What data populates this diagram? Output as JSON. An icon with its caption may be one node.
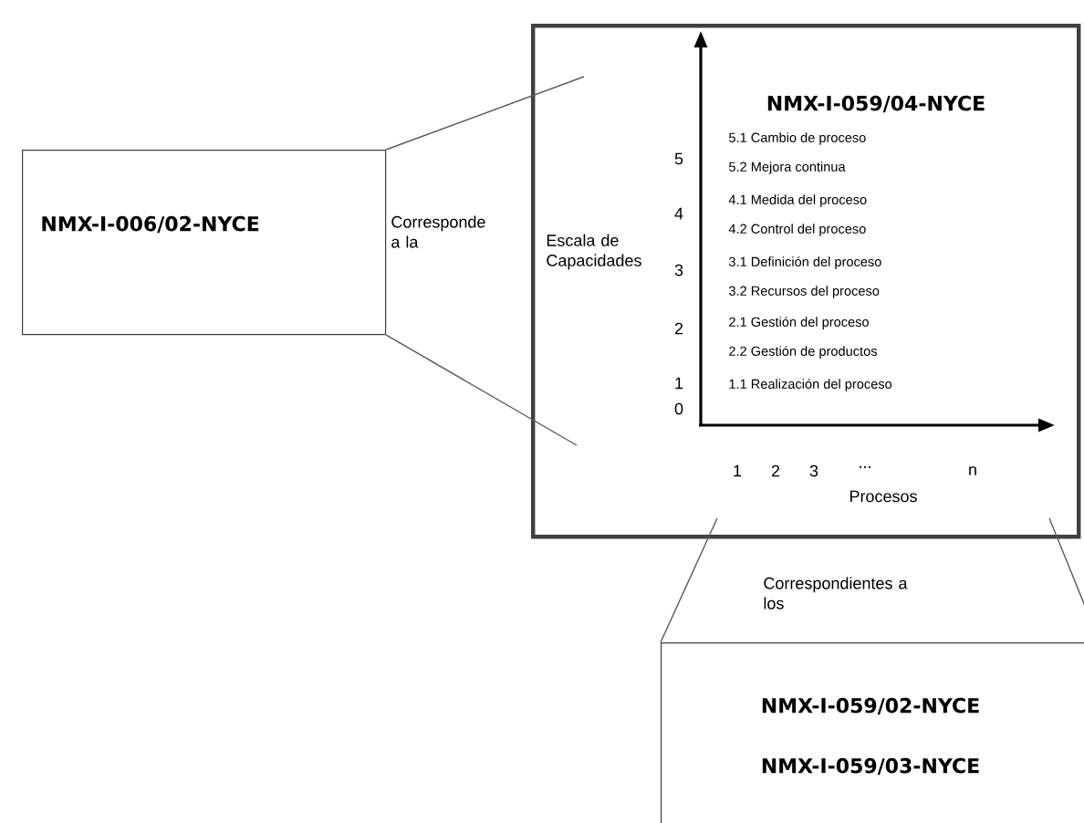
{
  "diagram": {
    "nodes": [
      {
        "text": [
          "NMX-I-006/02-NYCE"
        ]
      },
      {
        "text": [
          "NMX-I-059/04-NYCE"
        ]
      },
      {
        "text": [
          "NMX-I-059/02-NYCE",
          "NMX-I-059/03-NYCE"
        ]
      }
    ],
    "edges": [
      {
        "from": 0,
        "to": 1,
        "arrow": "none"
      },
      {
        "from": 0,
        "to": 1,
        "arrow": "none"
      },
      {
        "from": 2,
        "to": 1,
        "arrow": "none"
      },
      {
        "from": 2,
        "to": 1,
        "arrow": "none"
      }
    ],
    "labels": [
      "Corresponde a la",
      "Escala de Capacidades",
      "5",
      "4",
      "3",
      "2",
      "1",
      "0",
      "5.1 Cambio de proceso",
      "5.2 Mejora continua",
      "4.1 Medida del proceso",
      "4.2 Control del proceso",
      "3.1 Definición  del proceso",
      "3.2 Recursos del proceso",
      "2.1 Gestión del  proceso",
      "2.2 Gestión de productos",
      "1.1 Realización del proceso",
      "1",
      "2",
      "3",
      "...",
      "n",
      "Procesos",
      "Correspondientes a los"
    ]
  }
}
